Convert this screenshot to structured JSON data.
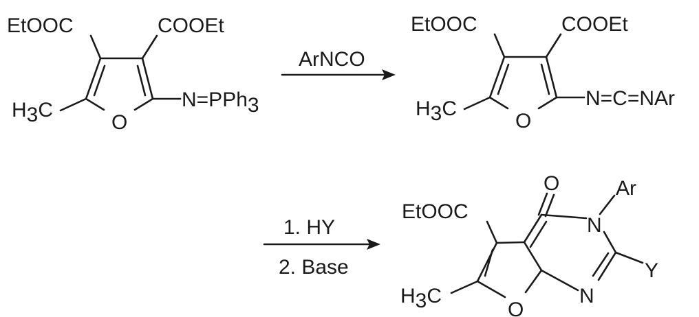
{
  "scheme": {
    "reactant": {
      "ester_left": "EtOOC",
      "ester_right": "COOEt",
      "methyl_main": "H",
      "methyl_sub": "3",
      "methyl_tail": "C",
      "ring_o": "O",
      "ylide_main": "N=PPh",
      "ylide_sub": "3"
    },
    "step1": {
      "reagent": "ArNCO"
    },
    "intermediate": {
      "ester_left": "EtOOC",
      "ester_right": "COOEt",
      "methyl_main": "H",
      "methyl_sub": "3",
      "methyl_tail": "C",
      "ring_o": "O",
      "carbodiimide": "N=C=NAr"
    },
    "step2": {
      "reagent_1": "1. HY",
      "reagent_2": "2. Base"
    },
    "product": {
      "ester": "EtOOC",
      "carbonyl_o": "O",
      "n3": "N",
      "aryl": "Ar",
      "y_group": "Y",
      "n1": "N",
      "methyl_main": "H",
      "methyl_sub": "3",
      "methyl_tail": "C",
      "ring_o": "O"
    }
  }
}
